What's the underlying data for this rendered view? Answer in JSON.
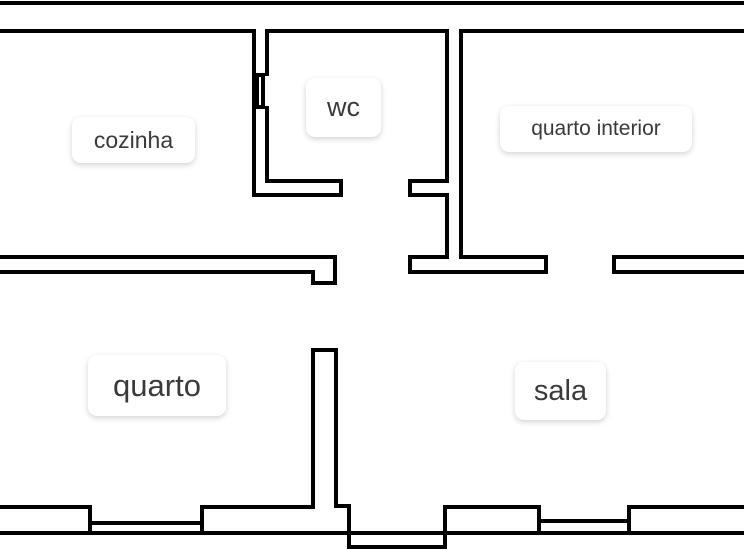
{
  "rooms": {
    "cozinha": "cozinha",
    "wc": "wc",
    "quarto_interior": "quarto interior",
    "quarto": "quarto",
    "sala": "sala"
  },
  "colors": {
    "wall": "#000000",
    "label_text": "#3a3a3a"
  }
}
